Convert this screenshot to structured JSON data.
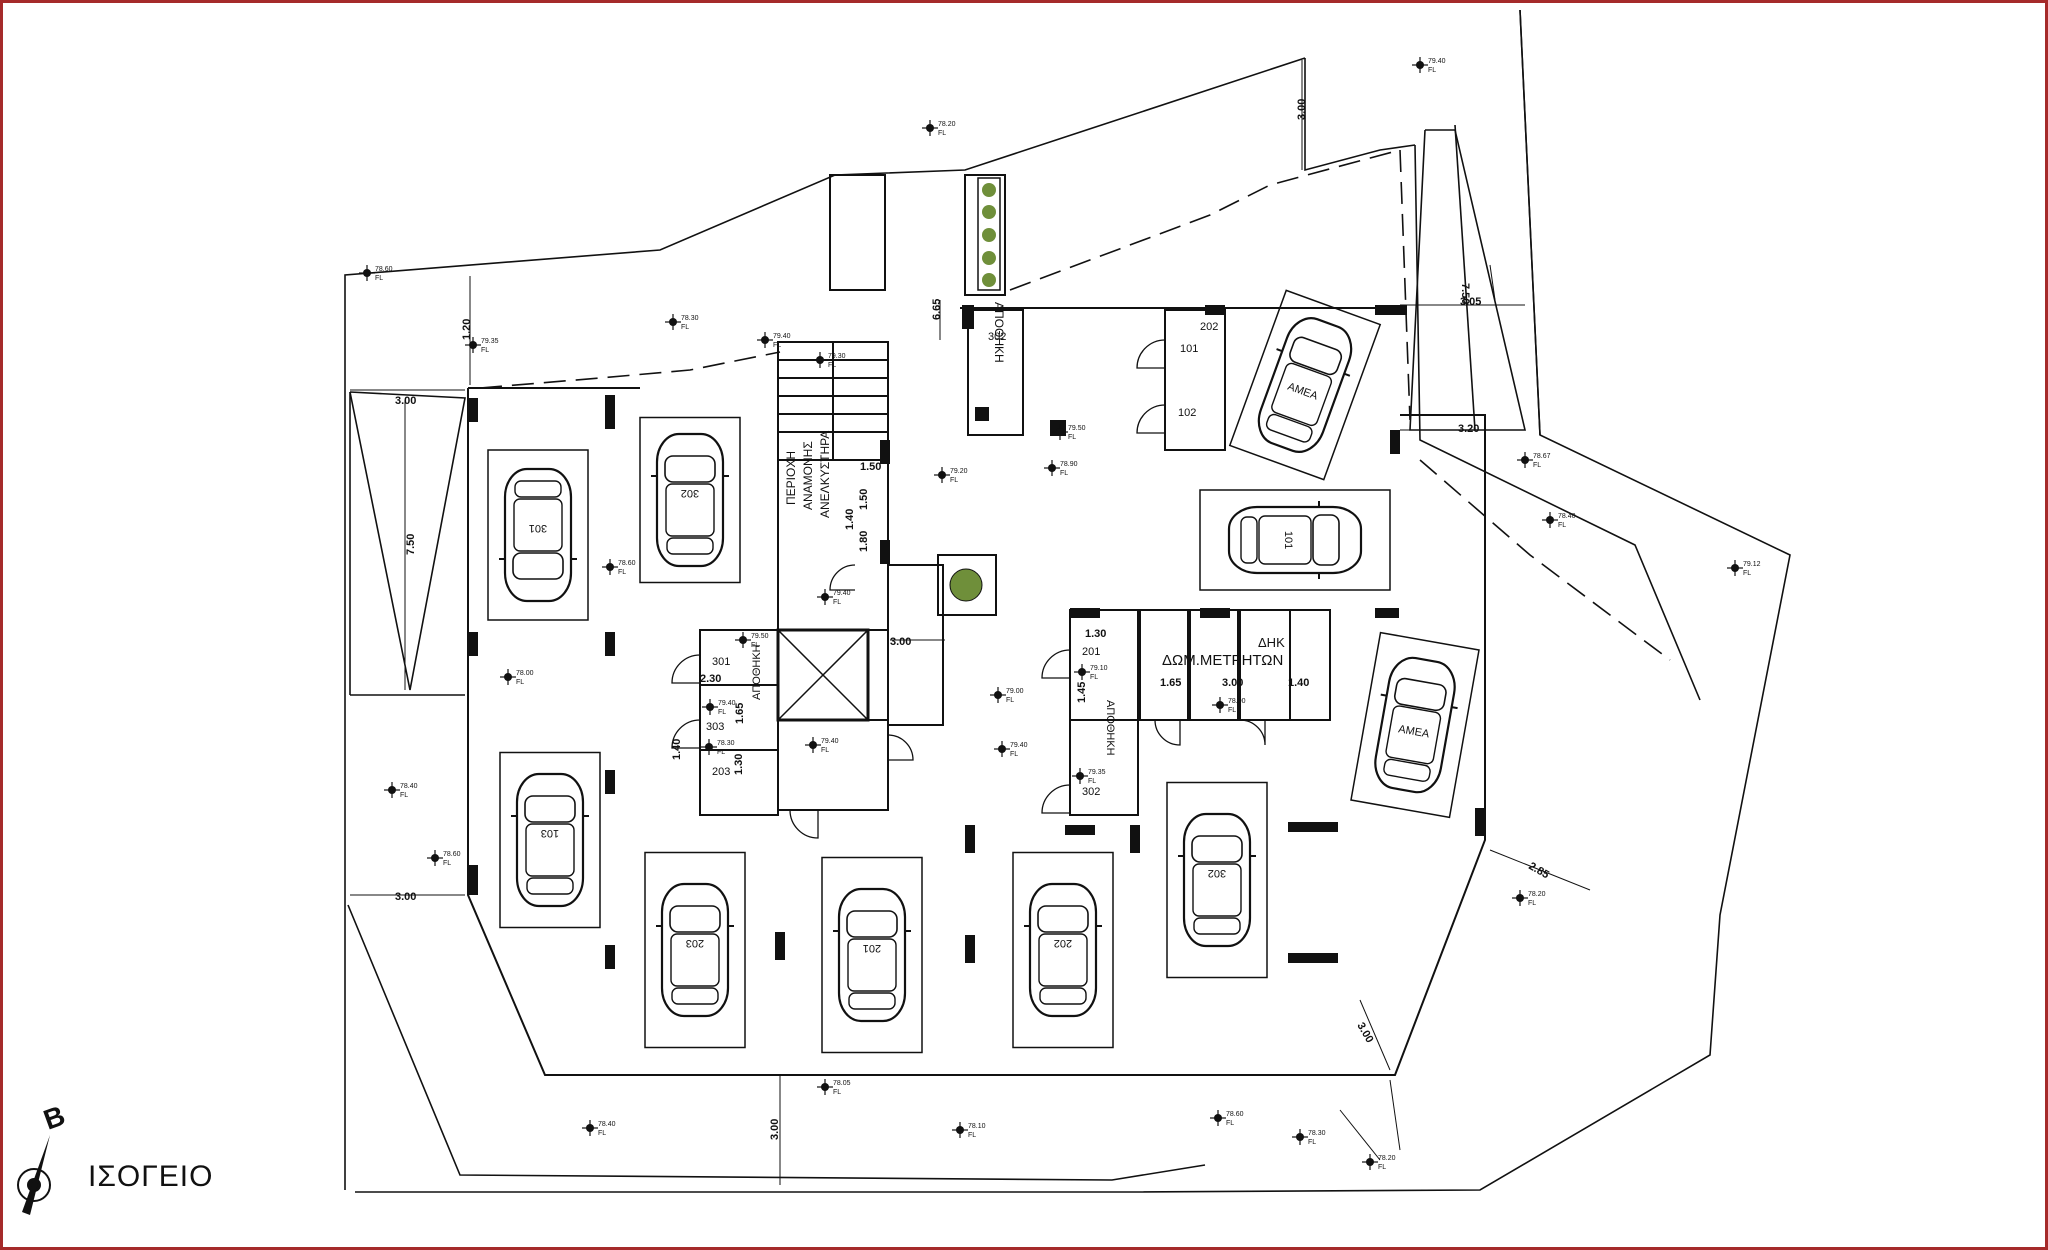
{
  "plan": {
    "title": "ΙΣΟΓΕΙΟ",
    "north_label": "Β",
    "dimensions": [
      "3.00",
      "7.50",
      "3.00",
      "3.00",
      "1.20",
      "3.00",
      "6.65",
      "3.05",
      "7.50",
      "3.20",
      "2.85",
      "3.00",
      "3.00",
      "1.50",
      "2.30",
      "1.65",
      "1.30",
      "1.30",
      "1.45",
      "1.65",
      "3.00",
      "1.40",
      "1.40",
      "1.40",
      "1.80",
      "1.50"
    ],
    "levels": [
      "78.60",
      "78.30",
      "78.20",
      "79.35",
      "79.40",
      "79.50",
      "79.30",
      "78.90",
      "79.20",
      "79.40",
      "78.60",
      "78.67",
      "78.40",
      "79.12",
      "79.00",
      "78.00",
      "79.40",
      "79.50",
      "79.40",
      "79.10",
      "78.90",
      "78.30",
      "79.40",
      "78.40",
      "78.60",
      "78.20",
      "78.05",
      "78.40",
      "78.10"
    ],
    "level_suffix": "FL",
    "rooms": {
      "storage_top": "ΑΠΟΘΗΚΗ",
      "storage_top_no": "302",
      "storage_right": "ΑΠΟΘΗΚΗ",
      "storage_right_no": "302",
      "storage_left": "ΑΠΟΘΗΚΗ",
      "waiting_area_1": "ΠΕΡΙΟΧΗ",
      "waiting_area_2": "ΑΝΑΜΟΝΗΣ",
      "waiting_area_3": "ΑΝΕΛΚΥΣΤΗΡΑ",
      "meter_room": "ΔΩΜ.ΜΕΤΡΗΤΩΝ",
      "meter_room_top": "ΔΗΚ",
      "storage_numbers": [
        "101",
        "102",
        "301",
        "201",
        "303",
        "203",
        "202"
      ]
    },
    "parking": [
      {
        "label": "301"
      },
      {
        "label": "302"
      },
      {
        "label": "ΑΜΕΑ"
      },
      {
        "label": "101"
      },
      {
        "label": "ΑΜΕΑ"
      },
      {
        "label": "103"
      },
      {
        "label": "203"
      },
      {
        "label": "201"
      },
      {
        "label": "202"
      },
      {
        "label": "302"
      }
    ]
  }
}
